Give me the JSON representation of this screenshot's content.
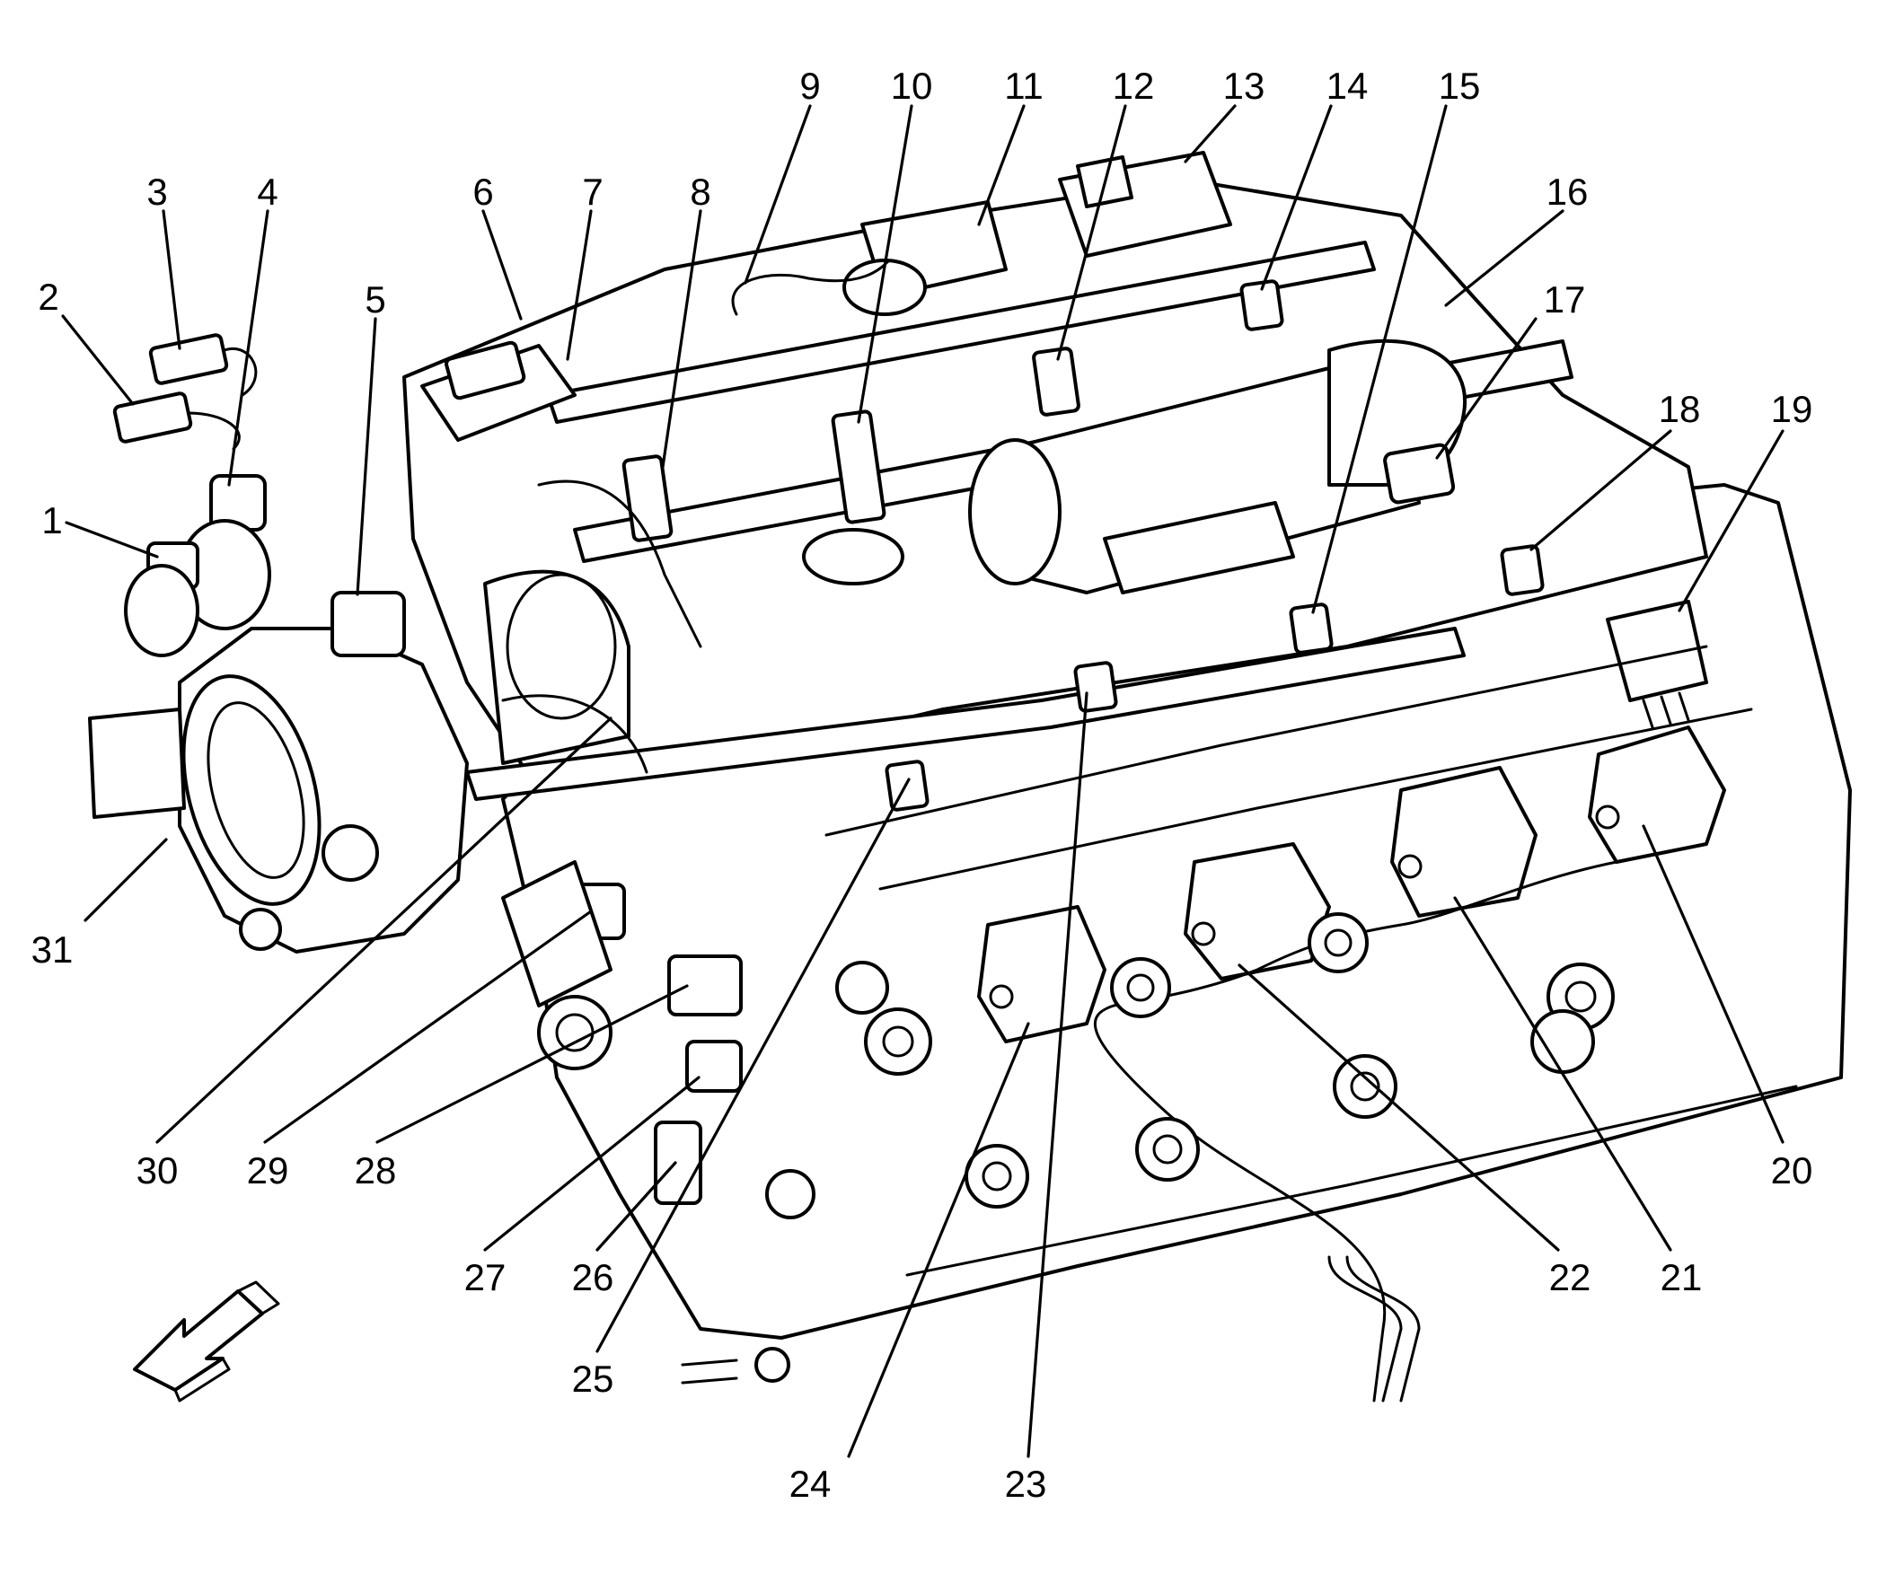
{
  "diagram": {
    "callouts": [
      "1",
      "2",
      "3",
      "4",
      "5",
      "6",
      "7",
      "8",
      "9",
      "10",
      "11",
      "12",
      "13",
      "14",
      "15",
      "16",
      "17",
      "18",
      "19",
      "20",
      "21",
      "22",
      "23",
      "24",
      "25",
      "26",
      "27",
      "28",
      "29",
      "30",
      "31"
    ],
    "direction_arrow_icon": "arrow-down-left",
    "line_color": "#000000",
    "background_color": "#ffffff"
  }
}
